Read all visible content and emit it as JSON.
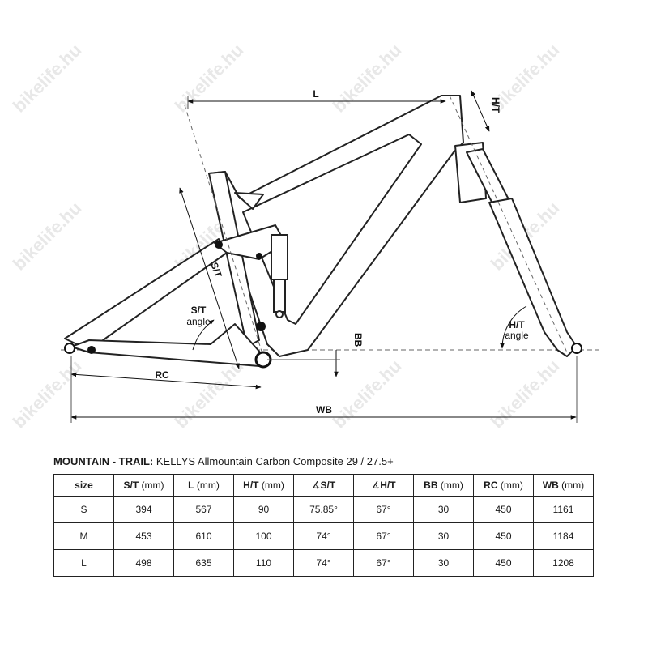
{
  "watermark": "bikelife.hu",
  "diagram": {
    "labels": {
      "L": "L",
      "HT": "H/T",
      "ST": "S/T",
      "ST_angle_1": "S/T",
      "ST_angle_2": "angle",
      "HT_angle_1": "H/T",
      "HT_angle_2": "angle",
      "BB": "BB",
      "RC": "RC",
      "WB": "WB"
    }
  },
  "table": {
    "title_bold": "MOUNTAIN - TRAIL:",
    "title_rest": "KELLYS Allmountain Carbon Composite 29 / 27.5+",
    "headers": [
      {
        "label": "size",
        "unit": ""
      },
      {
        "label": "S/T",
        "unit": "(mm)"
      },
      {
        "label": "L",
        "unit": "(mm)"
      },
      {
        "label": "H/T",
        "unit": "(mm)"
      },
      {
        "label": "S/T",
        "unit": "",
        "angle": true
      },
      {
        "label": "H/T",
        "unit": "",
        "angle": true
      },
      {
        "label": "BB",
        "unit": "(mm)"
      },
      {
        "label": "RC",
        "unit": "(mm)"
      },
      {
        "label": "WB",
        "unit": "(mm)"
      }
    ],
    "rows": [
      [
        "S",
        "394",
        "567",
        "90",
        "75.85°",
        "67°",
        "30",
        "450",
        "1161"
      ],
      [
        "M",
        "453",
        "610",
        "100",
        "74°",
        "67°",
        "30",
        "450",
        "1184"
      ],
      [
        "L",
        "498",
        "635",
        "110",
        "74°",
        "67°",
        "30",
        "450",
        "1208"
      ]
    ]
  }
}
